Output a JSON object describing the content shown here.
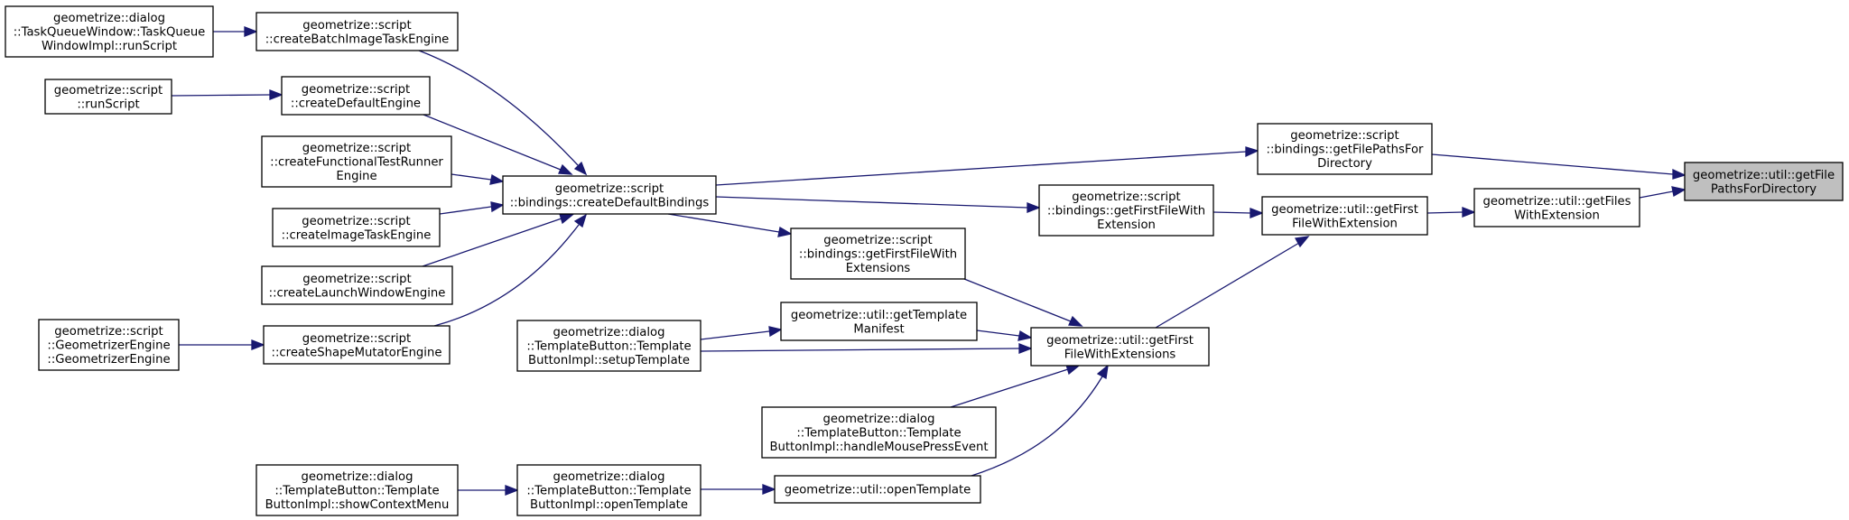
{
  "graph": {
    "nodes": [
      {
        "id": "getFilePathsForDirectory",
        "lines": [
          "geometrize::util::getFile",
          "PathsForDirectory"
        ],
        "highlight": true
      },
      {
        "id": "getFilesWithExtension",
        "lines": [
          "geometrize::util::getFiles",
          "WithExtension"
        ]
      },
      {
        "id": "bindingsGetFilePathsForDirectory",
        "lines": [
          "geometrize::script",
          "::bindings::getFilePathsFor",
          "Directory"
        ]
      },
      {
        "id": "getFirstFileWithExtension",
        "lines": [
          "geometrize::util::getFirst",
          "FileWithExtension"
        ]
      },
      {
        "id": "bindingsGetFirstFileWithExtension",
        "lines": [
          "geometrize::script",
          "::bindings::getFirstFileWith",
          "Extension"
        ]
      },
      {
        "id": "getFirstFileWithExtensions",
        "lines": [
          "geometrize::util::getFirst",
          "FileWithExtensions"
        ]
      },
      {
        "id": "createDefaultBindings",
        "lines": [
          "geometrize::script",
          "::bindings::createDefaultBindings"
        ]
      },
      {
        "id": "bindingsGetFirstFileWithExtensions",
        "lines": [
          "geometrize::script",
          "::bindings::getFirstFileWith",
          "Extensions"
        ]
      },
      {
        "id": "getTemplateManifest",
        "lines": [
          "geometrize::util::getTemplate",
          "Manifest"
        ]
      },
      {
        "id": "setupTemplate",
        "lines": [
          "geometrize::dialog",
          "::TemplateButton::Template",
          "ButtonImpl::setupTemplate"
        ]
      },
      {
        "id": "handleMousePressEvent",
        "lines": [
          "geometrize::dialog",
          "::TemplateButton::Template",
          "ButtonImpl::handleMousePressEvent"
        ]
      },
      {
        "id": "utilOpenTemplate",
        "lines": [
          "geometrize::util::openTemplate"
        ]
      },
      {
        "id": "implOpenTemplate",
        "lines": [
          "geometrize::dialog",
          "::TemplateButton::Template",
          "ButtonImpl::openTemplate"
        ]
      },
      {
        "id": "showContextMenu",
        "lines": [
          "geometrize::dialog",
          "::TemplateButton::Template",
          "ButtonImpl::showContextMenu"
        ]
      },
      {
        "id": "createBatchImageTaskEngine",
        "lines": [
          "geometrize::script",
          "::createBatchImageTaskEngine"
        ]
      },
      {
        "id": "createDefaultEngine",
        "lines": [
          "geometrize::script",
          "::createDefaultEngine"
        ]
      },
      {
        "id": "createFunctionalTestRunnerEngine",
        "lines": [
          "geometrize::script",
          "::createFunctionalTestRunner",
          "Engine"
        ]
      },
      {
        "id": "createImageTaskEngine",
        "lines": [
          "geometrize::script",
          "::createImageTaskEngine"
        ]
      },
      {
        "id": "createLaunchWindowEngine",
        "lines": [
          "geometrize::script",
          "::createLaunchWindowEngine"
        ]
      },
      {
        "id": "createShapeMutatorEngine",
        "lines": [
          "geometrize::script",
          "::createShapeMutatorEngine"
        ]
      },
      {
        "id": "taskQueueRunScript",
        "lines": [
          "geometrize::dialog",
          "::TaskQueueWindow::TaskQueue",
          "WindowImpl::runScript"
        ]
      },
      {
        "id": "scriptRunScript",
        "lines": [
          "geometrize::script",
          "::runScript"
        ]
      },
      {
        "id": "geometrizerEngine",
        "lines": [
          "geometrize::script",
          "::GeometrizerEngine",
          "::GeometrizerEngine"
        ]
      }
    ],
    "edges": [
      {
        "from": "getFilesWithExtension",
        "to": "getFilePathsForDirectory"
      },
      {
        "from": "bindingsGetFilePathsForDirectory",
        "to": "getFilePathsForDirectory"
      },
      {
        "from": "getFirstFileWithExtension",
        "to": "getFilesWithExtension"
      },
      {
        "from": "bindingsGetFirstFileWithExtension",
        "to": "getFirstFileWithExtension"
      },
      {
        "from": "getFirstFileWithExtensions",
        "to": "getFirstFileWithExtension"
      },
      {
        "from": "createDefaultBindings",
        "to": "bindingsGetFilePathsForDirectory"
      },
      {
        "from": "createDefaultBindings",
        "to": "bindingsGetFirstFileWithExtension"
      },
      {
        "from": "createDefaultBindings",
        "to": "bindingsGetFirstFileWithExtensions"
      },
      {
        "from": "bindingsGetFirstFileWithExtensions",
        "to": "getFirstFileWithExtensions"
      },
      {
        "from": "getTemplateManifest",
        "to": "getFirstFileWithExtensions"
      },
      {
        "from": "setupTemplate",
        "to": "getFirstFileWithExtensions"
      },
      {
        "from": "handleMousePressEvent",
        "to": "getFirstFileWithExtensions"
      },
      {
        "from": "utilOpenTemplate",
        "to": "getFirstFileWithExtensions"
      },
      {
        "from": "setupTemplate",
        "to": "getTemplateManifest"
      },
      {
        "from": "implOpenTemplate",
        "to": "utilOpenTemplate"
      },
      {
        "from": "showContextMenu",
        "to": "implOpenTemplate"
      },
      {
        "from": "createBatchImageTaskEngine",
        "to": "createDefaultBindings"
      },
      {
        "from": "createDefaultEngine",
        "to": "createDefaultBindings"
      },
      {
        "from": "createFunctionalTestRunnerEngine",
        "to": "createDefaultBindings"
      },
      {
        "from": "createImageTaskEngine",
        "to": "createDefaultBindings"
      },
      {
        "from": "createLaunchWindowEngine",
        "to": "createDefaultBindings"
      },
      {
        "from": "createShapeMutatorEngine",
        "to": "createDefaultBindings"
      },
      {
        "from": "taskQueueRunScript",
        "to": "createBatchImageTaskEngine"
      },
      {
        "from": "scriptRunScript",
        "to": "createDefaultEngine"
      },
      {
        "from": "geometrizerEngine",
        "to": "createShapeMutatorEngine"
      }
    ]
  }
}
